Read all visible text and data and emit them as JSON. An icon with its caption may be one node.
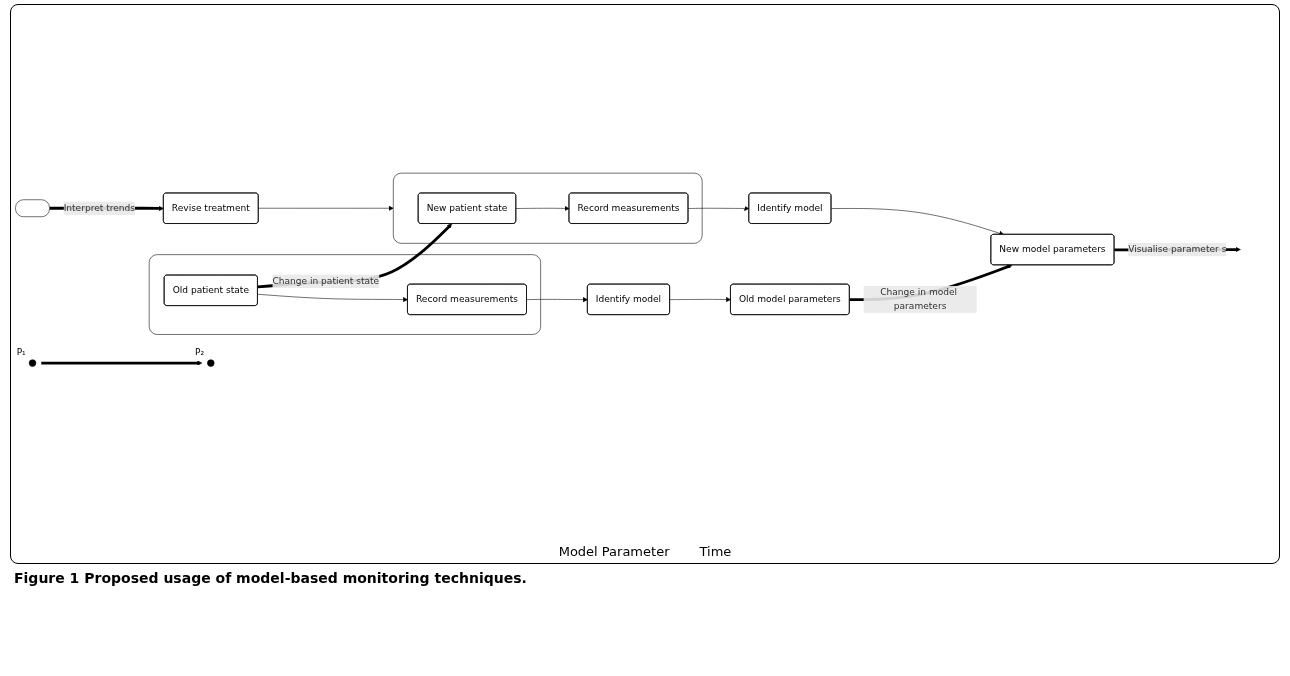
{
  "diagram": {
    "caption": "Figure 1 Proposed usage of model-based monitoring techniques.",
    "nodes": [
      {
        "text": [],
        "shape": "box"
      },
      {
        "text": [
          "Old patient state"
        ],
        "in": 0
      },
      {
        "text": [
          "Record measurements"
        ],
        "in": 0
      },
      {
        "text": [
          "Identify model"
        ]
      },
      {
        "text": [
          "Old model parameters"
        ]
      },
      {
        "text": [],
        "shape": "box"
      },
      {
        "text": [
          "New patient state"
        ],
        "in": 5
      },
      {
        "text": [
          "Record measurements"
        ],
        "in": 5
      },
      {
        "text": [
          "Identify model"
        ]
      },
      {
        "text": [
          "New model parameters"
        ]
      },
      {
        "text": [
          "Revise treatment"
        ]
      },
      {
        "text": [],
        "shape": "box"
      },
      {
        "text": [],
        "shape": "circle",
        "beside": [
          "P₁"
        ]
      },
      {
        "text": [],
        "shape": "circle",
        "beside": [
          "P₂"
        ]
      }
    ],
    "edges": [
      {
        "from": 1,
        "to": 2,
        "arrow": "to"
      },
      {
        "from": 2,
        "to": 3,
        "arrow": "to"
      },
      {
        "from": 3,
        "to": 4,
        "arrow": "to"
      },
      {
        "from": 6,
        "to": 7,
        "arrow": "to"
      },
      {
        "from": 7,
        "to": 8,
        "arrow": "to"
      },
      {
        "from": 8,
        "to": 9,
        "arrow": "to"
      },
      {
        "from": 1,
        "to": 6,
        "arrow": "to",
        "label": "Change in patient state",
        "style": "thick"
      },
      {
        "from": 4,
        "to": 9,
        "arrow": "to",
        "label": "Change in model parameters",
        "style": "thick"
      },
      {
        "from": 9,
        "to": null,
        "arrow": "to",
        "label": "Visualise parameter s",
        "style": "thick"
      },
      {
        "from": 11,
        "to": 10,
        "arrow": "to",
        "label": "Interpret trends",
        "style": "thick"
      },
      {
        "from": 10,
        "to": 5,
        "arrow": "to"
      },
      {
        "from": 12,
        "to": 13,
        "arrow": "to",
        "style": "thick"
      }
    ],
    "labels": [
      "Model Parameter",
      "Time"
    ]
  }
}
